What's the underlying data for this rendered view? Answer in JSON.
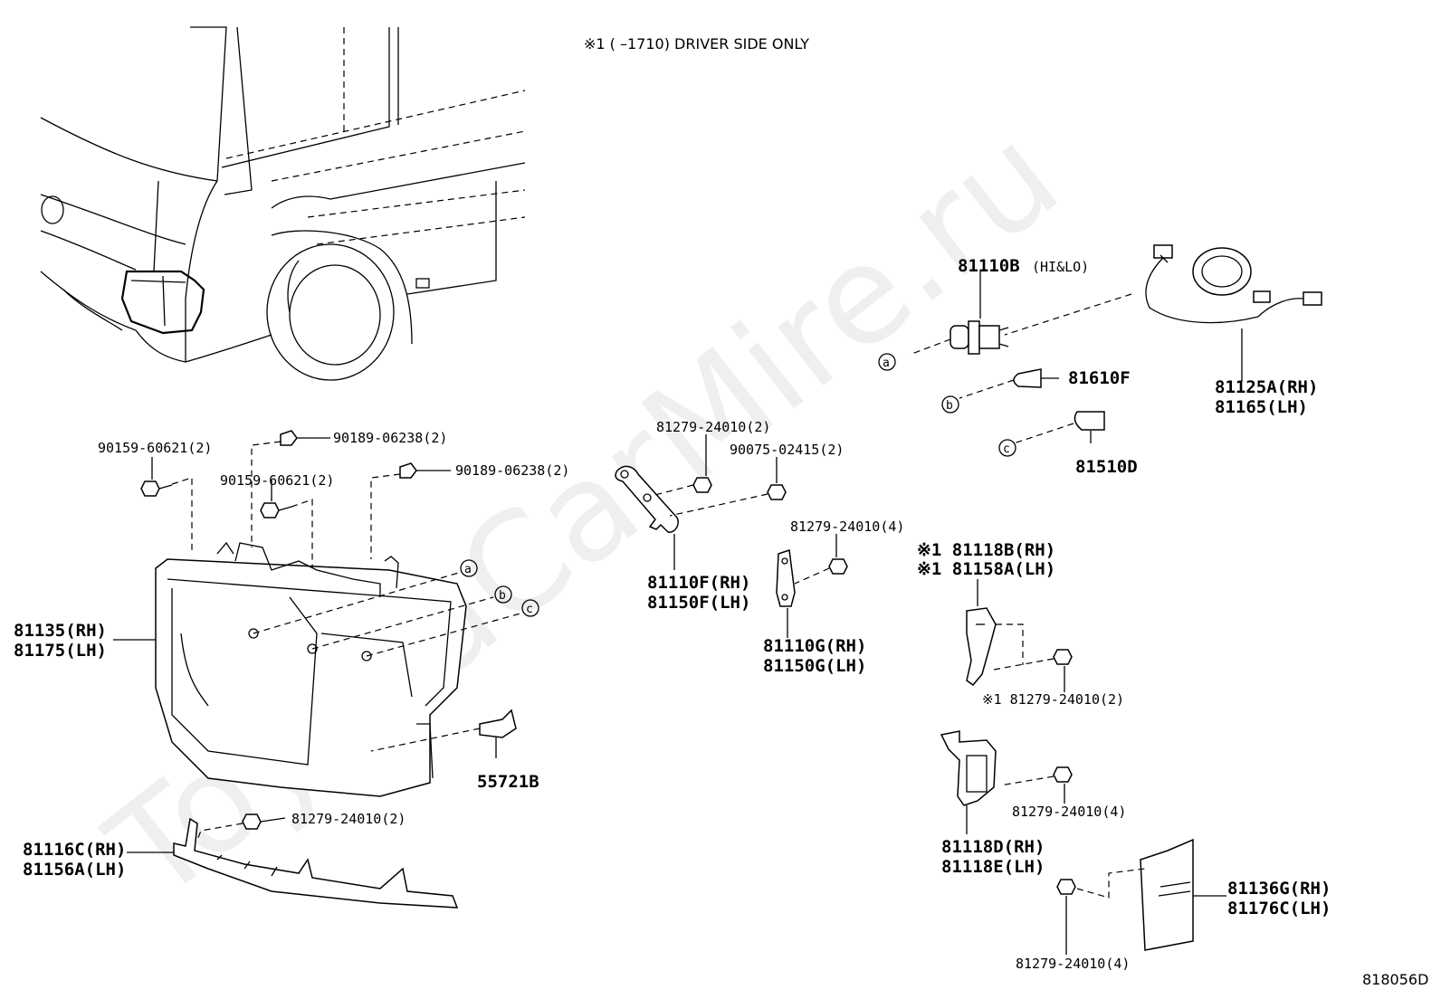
{
  "note": "※1 (      –1710) DRIVER SIDE ONLY",
  "diagram_id": "818056D",
  "watermark": "ToyotaCarMire.ru",
  "callouts": [
    "a",
    "b",
    "c"
  ],
  "labels": {
    "p81110B": "81110B",
    "p81110B_sub": "(HI&LO)",
    "p81610F": "81610F",
    "p81510D": "81510D",
    "p81125A": "81125A(RH)",
    "p81165": "81165(LH)",
    "p90159_a": "90159-60621(2)",
    "p90189_a": "90189-06238(2)",
    "p90159_b": "90159-60621(2)",
    "p90189_b": "90189-06238(2)",
    "p81135": "81135(RH)",
    "p81175": "81175(LH)",
    "p55721B": "55721B",
    "p81279_a": "81279-24010(2)",
    "p81116C": "81116C(RH)",
    "p81156A": "81156A(LH)",
    "p81279_b": "81279-24010(2)",
    "p90075": "90075-02415(2)",
    "p81110F": "81110F(RH)",
    "p81150F": "81150F(LH)",
    "p81279_c": "81279-24010(4)",
    "p81110G": "81110G(RH)",
    "p81150G": "81150G(LH)",
    "p81118B": "※1 81118B(RH)",
    "p81158A": "※1 81158A(LH)",
    "p81279_d": "※1 81279-24010(2)",
    "p81279_e": "81279-24010(4)",
    "p81118D": "81118D(RH)",
    "p81118E": "81118E(LH)",
    "p81136G": "81136G(RH)",
    "p81176C": "81176C(LH)",
    "p81279_f": "81279-24010(4)"
  }
}
